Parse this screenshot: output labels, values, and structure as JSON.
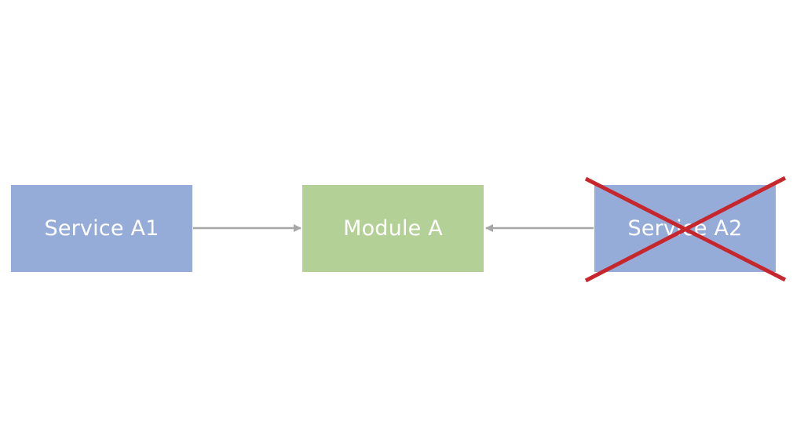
{
  "diagram": {
    "nodes": [
      {
        "id": "service-a1",
        "label": "Service A1",
        "kind": "service",
        "color": "#95abd8",
        "disabled": false
      },
      {
        "id": "module-a",
        "label": "Module A",
        "kind": "module",
        "color": "#b3d096",
        "disabled": false
      },
      {
        "id": "service-a2",
        "label": "Service A2",
        "kind": "service",
        "color": "#95abd8",
        "disabled": true
      }
    ],
    "edges": [
      {
        "from": "service-a1",
        "to": "module-a",
        "color": "#a6a6a6"
      },
      {
        "from": "service-a2",
        "to": "module-a",
        "color": "#a6a6a6"
      }
    ],
    "strike_color": "#c6262c"
  }
}
